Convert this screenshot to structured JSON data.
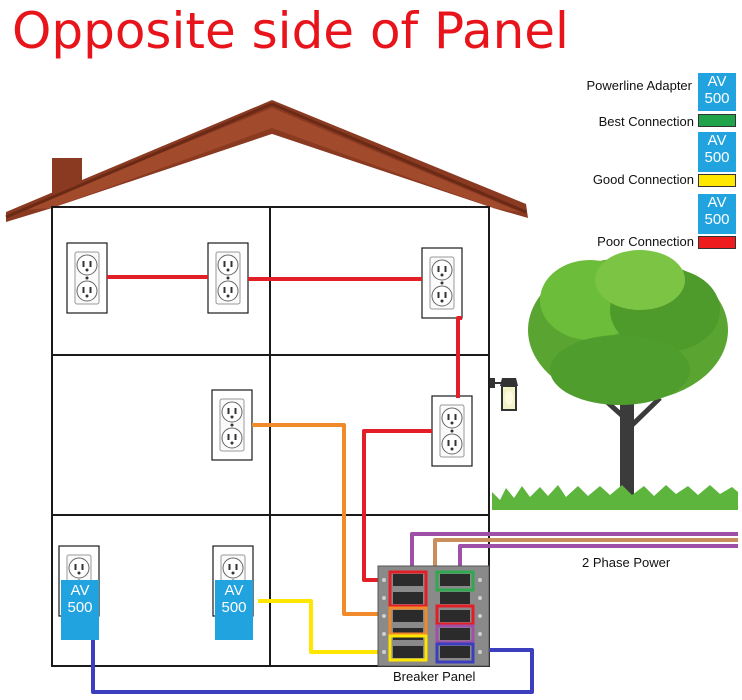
{
  "title": "Opposite side of Panel",
  "legend": {
    "adapter_label": "Powerline Adapter",
    "items": [
      {
        "label": "Best Connection",
        "color": "#21a34a"
      },
      {
        "label": "Good Connection",
        "color": "#ffe800"
      },
      {
        "label": "Poor Connection",
        "color": "#ee1c1c"
      }
    ]
  },
  "adapter": {
    "brand": "AV",
    "model": "500",
    "color": "#21a3e0"
  },
  "labels": {
    "power": "2 Phase Power",
    "panel": "Breaker Panel"
  },
  "colors": {
    "roof": "#8b3a22",
    "wire_red": "#e21f26",
    "wire_orange": "#f08a2b",
    "wire_yellow": "#ffe600",
    "wire_blue": "#3b3fbf",
    "wire_purple": "#9e50a6",
    "wire_tan": "#c98e5c",
    "wire_green": "#2fa84f",
    "tree_leaves": "#5aa531",
    "trunk": "#3b3b3b",
    "grass": "#5db53d"
  }
}
